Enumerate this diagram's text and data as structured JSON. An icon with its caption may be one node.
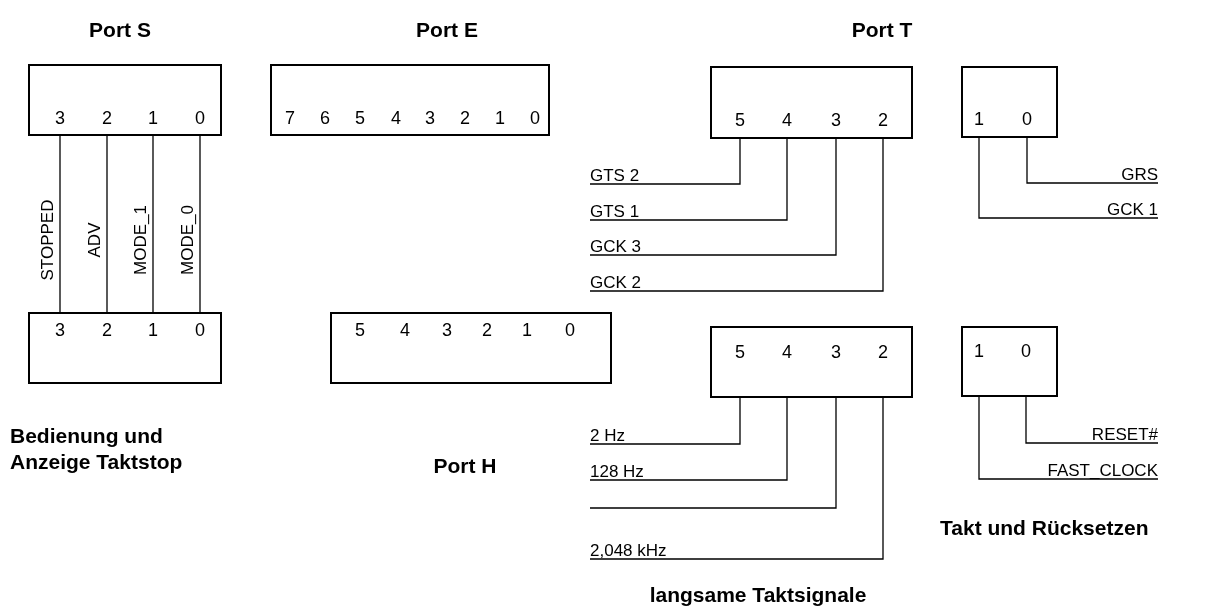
{
  "diagram": {
    "nodes": [
      {
        "text": [],
        "shape": "box"
      },
      {
        "text": [
          "3"
        ],
        "in": 0
      },
      {
        "text": [
          "2"
        ],
        "in": 0
      },
      {
        "text": [
          "1"
        ],
        "in": 0
      },
      {
        "text": [
          "0"
        ],
        "in": 0
      },
      {
        "text": [],
        "shape": "box"
      },
      {
        "text": [
          "7"
        ],
        "in": 5
      },
      {
        "text": [
          "6"
        ],
        "in": 5
      },
      {
        "text": [
          "5"
        ],
        "in": 5
      },
      {
        "text": [
          "4"
        ],
        "in": 5
      },
      {
        "text": [
          "3"
        ],
        "in": 5
      },
      {
        "text": [
          "2"
        ],
        "in": 5
      },
      {
        "text": [
          "1"
        ],
        "in": 5
      },
      {
        "text": [
          "0"
        ],
        "in": 5
      },
      {
        "text": [],
        "shape": "box"
      },
      {
        "text": [
          "5"
        ],
        "in": 14
      },
      {
        "text": [
          "4"
        ],
        "in": 14
      },
      {
        "text": [
          "3"
        ],
        "in": 14
      },
      {
        "text": [
          "2"
        ],
        "in": 14
      },
      {
        "text": [],
        "shape": "box"
      },
      {
        "text": [
          "1"
        ],
        "in": 19
      },
      {
        "text": [
          "0"
        ],
        "in": 19
      },
      {
        "text": [
          "GTS 2"
        ]
      },
      {
        "text": [
          "GTS 1"
        ]
      },
      {
        "text": [
          "GCK 3"
        ]
      },
      {
        "text": [
          "GCK 2"
        ]
      },
      {
        "text": [
          "GRS"
        ]
      },
      {
        "text": [
          "GCK 1"
        ]
      },
      {
        "text": [],
        "shape": "box"
      },
      {
        "text": [
          "3"
        ],
        "in": 28
      },
      {
        "text": [
          "2"
        ],
        "in": 28
      },
      {
        "text": [
          "1"
        ],
        "in": 28
      },
      {
        "text": [
          "0"
        ],
        "in": 28
      },
      {
        "text": [],
        "shape": "box"
      },
      {
        "text": [
          "5"
        ],
        "in": 33
      },
      {
        "text": [
          "4"
        ],
        "in": 33
      },
      {
        "text": [
          "3"
        ],
        "in": 33
      },
      {
        "text": [
          "2"
        ],
        "in": 33
      },
      {
        "text": [
          "1"
        ],
        "in": 33
      },
      {
        "text": [
          "0"
        ],
        "in": 33
      },
      {
        "text": [],
        "shape": "box"
      },
      {
        "text": [
          "5"
        ],
        "in": 40
      },
      {
        "text": [
          "4"
        ],
        "in": 40
      },
      {
        "text": [
          "3"
        ],
        "in": 40
      },
      {
        "text": [
          "2"
        ],
        "in": 40
      },
      {
        "text": [],
        "shape": "box"
      },
      {
        "text": [
          "1"
        ],
        "in": 45
      },
      {
        "text": [
          "0"
        ],
        "in": 45
      },
      {
        "text": [
          "2 Hz"
        ]
      },
      {
        "text": [
          "128 Hz"
        ]
      },
      {
        "text": [
          "2,048 kHz"
        ]
      },
      {
        "text": [
          "RESET#"
        ]
      },
      {
        "text": [
          "FAST_CLOCK"
        ]
      }
    ],
    "edges": [
      {
        "from": 1,
        "to": 29,
        "arrow": "none",
        "label": "STOPPED"
      },
      {
        "from": 2,
        "to": 30,
        "arrow": "none",
        "label": "ADV"
      },
      {
        "from": 3,
        "to": 31,
        "arrow": "none",
        "label": "MODE_1"
      },
      {
        "from": 4,
        "to": 32,
        "arrow": "none",
        "label": "MODE_0"
      },
      {
        "from": 15,
        "to": 22,
        "arrow": "none"
      },
      {
        "from": 16,
        "to": 23,
        "arrow": "none"
      },
      {
        "from": 17,
        "to": 24,
        "arrow": "none"
      },
      {
        "from": 18,
        "to": 25,
        "arrow": "none"
      },
      {
        "from": 21,
        "to": 26,
        "arrow": "none"
      },
      {
        "from": 20,
        "to": 27,
        "arrow": "none"
      },
      {
        "from": 41,
        "to": 48,
        "arrow": "none"
      },
      {
        "from": 42,
        "to": 49,
        "arrow": "none"
      },
      {
        "from": 43,
        "to": null,
        "arrow": "none"
      },
      {
        "from": 44,
        "to": 50,
        "arrow": "none"
      },
      {
        "from": 47,
        "to": 51,
        "arrow": "none"
      },
      {
        "from": 46,
        "to": 52,
        "arrow": "none"
      }
    ],
    "labels": [
      "Port S",
      "Port E",
      "Port T",
      "Bedienung und Anzeige Taktstop",
      "Port H",
      "Takt und Rücksetzen",
      "langsame Taktsignale"
    ]
  }
}
